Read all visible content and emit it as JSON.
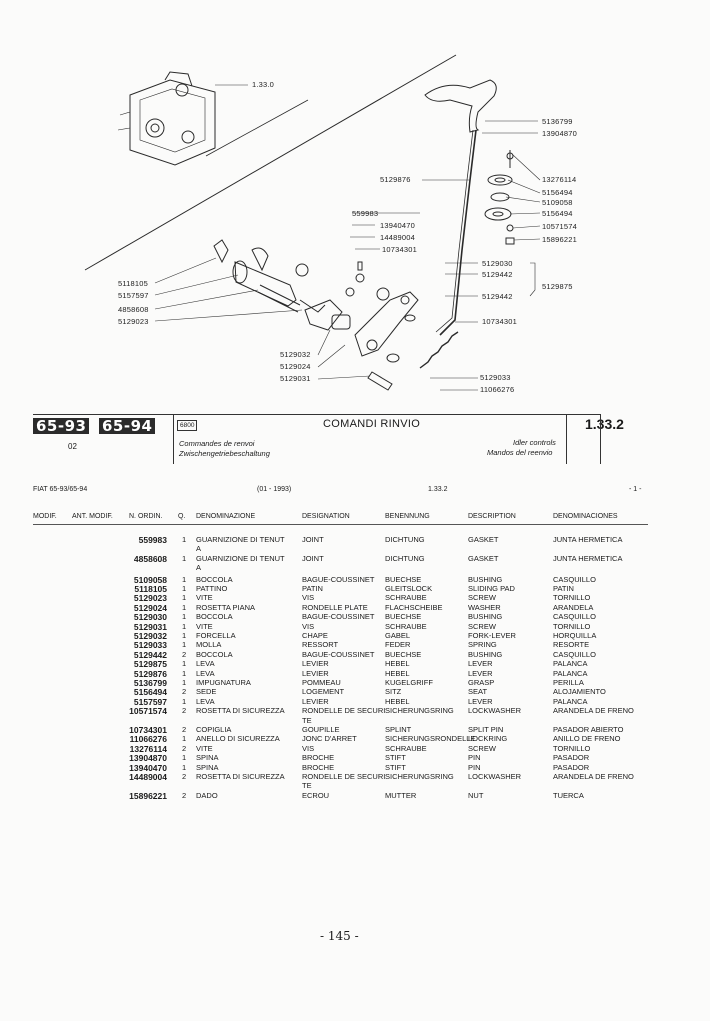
{
  "diagram": {
    "callouts_top": [
      "1.33.0",
      "5136799",
      "13904870",
      "13276114",
      "5156494",
      "5109058",
      "5156494",
      "10571574",
      "15896221",
      "5129876",
      "559983",
      "13940470",
      "14489004",
      "10734301"
    ],
    "callouts_left": [
      "5118105",
      "5157597",
      "4858608",
      "5129023"
    ],
    "callouts_right": [
      "5129030",
      "5129442",
      "5129875",
      "5129442",
      "10734301"
    ],
    "callouts_bottom": [
      "5129032",
      "5129024",
      "5129031",
      "5129033",
      "11066276"
    ]
  },
  "banner": {
    "model_a": "65-93",
    "model_b": "65-94",
    "sub_code": "02",
    "group_code": "6800",
    "title_it": "COMANDI RINVIO",
    "title_fr": "Commandes de renvoi",
    "title_de": "Zwischengetriebeschaltung",
    "title_en": "Idler controls",
    "title_es": "Mandos del reenvio",
    "group_number": "1.33.2"
  },
  "meta": {
    "model": "FIAT 65-93/65-94",
    "period": "(01 - 1993)",
    "group": "1.33.2",
    "sheet": "- 1 -"
  },
  "columns": {
    "modif": "MODIF.",
    "ant_modif": "ANT. MODIF.",
    "n_ordin": "N. ORDIN.",
    "q": "Q.",
    "denominazione": "DENOMINAZIONE",
    "designation": "DESIGNATION",
    "benennung": "BENENNUNG",
    "description": "DESCRIPTION",
    "denominaciones": "DENOMINACIONES"
  },
  "parts": [
    {
      "no": "559983",
      "q": "1",
      "it": "GUARNIZIONE DI TENUT",
      "it2": "A",
      "fr": "JOINT",
      "de": "DICHTUNG",
      "en": "GASKET",
      "es": "JUNTA HERMETICA"
    },
    {
      "no": "4858608",
      "q": "1",
      "it": "GUARNIZIONE DI TENUT",
      "it2": "A",
      "fr": "JOINT",
      "de": "DICHTUNG",
      "en": "GASKET",
      "es": "JUNTA HERMETICA"
    },
    {
      "no": "5109058",
      "q": "1",
      "it": "BOCCOLA",
      "fr": "BAGUE-COUSSINET",
      "de": "BUECHSE",
      "en": "BUSHING",
      "es": "CASQUILLO"
    },
    {
      "no": "5118105",
      "q": "1",
      "it": "PATTINO",
      "fr": "PATIN",
      "de": "GLEITSLOCK",
      "en": "SLIDING PAD",
      "es": "PATIN"
    },
    {
      "no": "5129023",
      "q": "1",
      "it": "VITE",
      "fr": "VIS",
      "de": "SCHRAUBE",
      "en": "SCREW",
      "es": "TORNILLO"
    },
    {
      "no": "5129024",
      "q": "1",
      "it": "ROSETTA PIANA",
      "fr": "RONDELLE PLATE",
      "de": "FLACHSCHEIBE",
      "en": "WASHER",
      "es": "ARANDELA"
    },
    {
      "no": "5129030",
      "q": "1",
      "it": "BOCCOLA",
      "fr": "BAGUE-COUSSINET",
      "de": "BUECHSE",
      "en": "BUSHING",
      "es": "CASQUILLO"
    },
    {
      "no": "5129031",
      "q": "1",
      "it": "VITE",
      "fr": "VIS",
      "de": "SCHRAUBE",
      "en": "SCREW",
      "es": "TORNILLO"
    },
    {
      "no": "5129032",
      "q": "1",
      "it": "FORCELLA",
      "fr": "CHAPE",
      "de": "GABEL",
      "en": "FORK-LEVER",
      "es": "HORQUILLA"
    },
    {
      "no": "5129033",
      "q": "1",
      "it": "MOLLA",
      "fr": "RESSORT",
      "de": "FEDER",
      "en": "SPRING",
      "es": "RESORTE"
    },
    {
      "no": "5129442",
      "q": "2",
      "it": "BOCCOLA",
      "fr": "BAGUE-COUSSINET",
      "de": "BUECHSE",
      "en": "BUSHING",
      "es": "CASQUILLO"
    },
    {
      "no": "5129875",
      "q": "1",
      "it": "LEVA",
      "fr": "LEVIER",
      "de": "HEBEL",
      "en": "LEVER",
      "es": "PALANCA"
    },
    {
      "no": "5129876",
      "q": "1",
      "it": "LEVA",
      "fr": "LEVIER",
      "de": "HEBEL",
      "en": "LEVER",
      "es": "PALANCA"
    },
    {
      "no": "5136799",
      "q": "1",
      "it": "IMPUGNATURA",
      "fr": "POMMEAU",
      "de": "KUGELGRIFF",
      "en": "GRASP",
      "es": "PERILLA"
    },
    {
      "no": "5156494",
      "q": "2",
      "it": "SEDE",
      "fr": "LOGEMENT",
      "de": "SITZ",
      "en": "SEAT",
      "es": "ALOJAMIENTO"
    },
    {
      "no": "5157597",
      "q": "1",
      "it": "LEVA",
      "fr": "LEVIER",
      "de": "HEBEL",
      "en": "LEVER",
      "es": "PALANCA"
    },
    {
      "no": "10571574",
      "q": "2",
      "it": "ROSETTA DI SICUREZZA",
      "fr": "RONDELLE DE SECURI",
      "fr2": "TE",
      "de": "SICHERUNGSRING",
      "en": "LOCKWASHER",
      "es": "ARANDELA DE FRENO"
    },
    {
      "no": "10734301",
      "q": "2",
      "it": "COPIGLIA",
      "fr": "GOUPILLE",
      "de": "SPLINT",
      "en": "SPLIT PIN",
      "es": "PASADOR ABIERTO"
    },
    {
      "no": "11066276",
      "q": "1",
      "it": "ANELLO DI SICUREZZA",
      "fr": "JONC D'ARRET",
      "de": "SICHERUNGSRONDELLE",
      "en": "LOCKRING",
      "es": "ANILLO DE FRENO"
    },
    {
      "no": "13276114",
      "q": "2",
      "it": "VITE",
      "fr": "VIS",
      "de": "SCHRAUBE",
      "en": "SCREW",
      "es": "TORNILLO"
    },
    {
      "no": "13904870",
      "q": "1",
      "it": "SPINA",
      "fr": "BROCHE",
      "de": "STIFT",
      "en": "PIN",
      "es": "PASADOR"
    },
    {
      "no": "13940470",
      "q": "1",
      "it": "SPINA",
      "fr": "BROCHE",
      "de": "STIFT",
      "en": "PIN",
      "es": "PASADOR"
    },
    {
      "no": "14489004",
      "q": "2",
      "it": "ROSETTA DI SICUREZZA",
      "fr": "RONDELLE DE SECURI",
      "fr2": "TE",
      "de": "SICHERUNGSRING",
      "en": "LOCKWASHER",
      "es": "ARANDELA DE FRENO"
    },
    {
      "no": "15896221",
      "q": "2",
      "it": "DADO",
      "fr": "ECROU",
      "de": "MUTTER",
      "en": "NUT",
      "es": "TUERCA"
    }
  ],
  "footer": {
    "page_number": "- 145 -"
  }
}
